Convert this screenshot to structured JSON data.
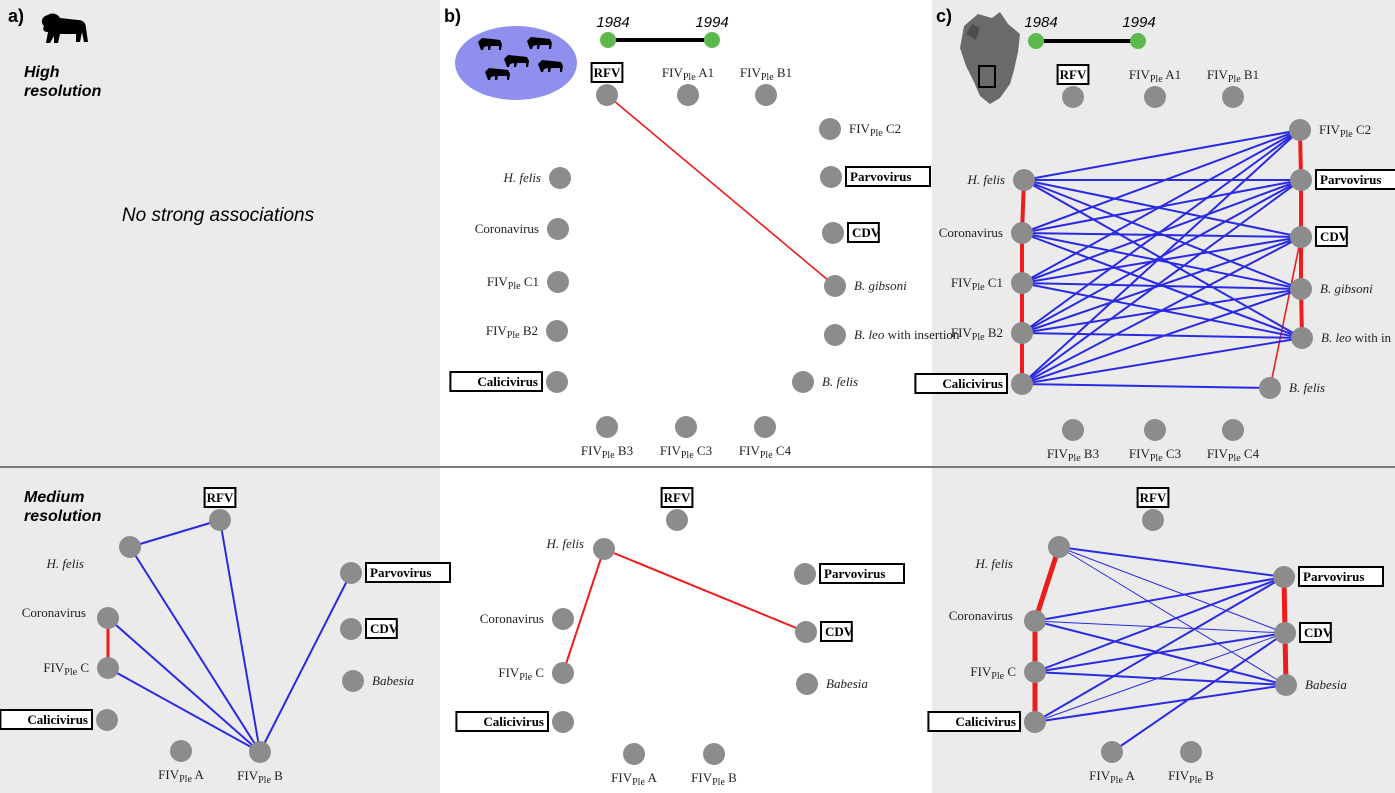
{
  "panels": {
    "a": {
      "letter": "a)"
    },
    "b": {
      "letter": "b)",
      "year_start": "1984",
      "year_end": "1994"
    },
    "c": {
      "letter": "c)",
      "year_start": "1984",
      "year_end": "1994"
    }
  },
  "rows": {
    "high": {
      "label_line1": "High",
      "label_line2": "resolution",
      "a_message": "No strong associations"
    },
    "medium": {
      "label_line1": "Medium",
      "label_line2": "resolution"
    }
  },
  "colors": {
    "node": "#8c8c8c",
    "positive_edge": "#2a2ae6",
    "negative_edge": "#ee1c1c",
    "timeline_dot": "#5db84e",
    "lion_group_bg": "#8f8fee",
    "panel_bg": "#ebebeb"
  },
  "icons": {
    "a": "lion-silhouette-icon",
    "b": "lion-group-icon",
    "c": "study-area-map-icon"
  },
  "networks": {
    "b_high": {
      "nodes": [
        {
          "id": "RFV",
          "name": "RFV",
          "boxed": true
        },
        {
          "id": "A1",
          "name": "FIVPle A1",
          "sub": "A1"
        },
        {
          "id": "B1",
          "name": "FIVPle B1",
          "sub": "B1"
        },
        {
          "id": "C2",
          "name": "FIVPle C2",
          "sub": "C2"
        },
        {
          "id": "Parvo",
          "name": "Parvovirus",
          "boxed": true
        },
        {
          "id": "CDV",
          "name": "CDV",
          "boxed": true
        },
        {
          "id": "Bgib",
          "name": "B. gibsoni",
          "italic": true
        },
        {
          "id": "Bleo",
          "name": "B. leo",
          "italic": true,
          "suffix": " with insertion"
        },
        {
          "id": "Bfel",
          "name": "B. felis",
          "italic": true
        },
        {
          "id": "C4",
          "name": "FIVPle C4",
          "sub": "C4"
        },
        {
          "id": "C3",
          "name": "FIVPle C3",
          "sub": "C3"
        },
        {
          "id": "B3",
          "name": "FIVPle B3",
          "sub": "B3"
        },
        {
          "id": "Cali",
          "name": "Calicivirus",
          "boxed": true
        },
        {
          "id": "B2",
          "name": "FIVPle B2",
          "sub": "B2"
        },
        {
          "id": "C1",
          "name": "FIVPle C1",
          "sub": "C1"
        },
        {
          "id": "Corona",
          "name": "Coronavirus"
        },
        {
          "id": "Hfel",
          "name": "H. felis",
          "italic": true
        }
      ],
      "edges": [
        [
          "RFV",
          "Bgib",
          "neg",
          1.6
        ]
      ]
    },
    "c_high": {
      "nodes": [
        {
          "id": "RFV",
          "name": "RFV",
          "boxed": true
        },
        {
          "id": "A1",
          "name": "FIVPle A1",
          "sub": "A1"
        },
        {
          "id": "B1",
          "name": "FIVPle B1",
          "sub": "B1"
        },
        {
          "id": "C2",
          "name": "FIVPle C2",
          "sub": "C2"
        },
        {
          "id": "Parvo",
          "name": "Parvovirus",
          "boxed": true
        },
        {
          "id": "CDV",
          "name": "CDV",
          "boxed": true
        },
        {
          "id": "Bgib",
          "name": "B. gibsoni",
          "italic": true
        },
        {
          "id": "Bleo",
          "name": "B. leo",
          "italic": true,
          "suffix": " with in"
        },
        {
          "id": "Bfel",
          "name": "B. felis",
          "italic": true
        },
        {
          "id": "C4",
          "name": "FIVPle C4",
          "sub": "C4"
        },
        {
          "id": "C3",
          "name": "FIVPle C3",
          "sub": "C3"
        },
        {
          "id": "B3",
          "name": "FIVPle B3",
          "sub": "B3"
        },
        {
          "id": "Cali",
          "name": "Calicivirus",
          "boxed": true
        },
        {
          "id": "B2",
          "name": "FIVPle B2",
          "sub": "B2"
        },
        {
          "id": "C1",
          "name": "FIVPle C1",
          "sub": "C1"
        },
        {
          "id": "Corona",
          "name": "Coronavirus"
        },
        {
          "id": "Hfel",
          "name": "H. felis",
          "italic": true
        }
      ],
      "edges": [
        [
          "Hfel",
          "Corona",
          "neg",
          4
        ],
        [
          "Corona",
          "C1",
          "neg",
          4
        ],
        [
          "C1",
          "B2",
          "neg",
          4
        ],
        [
          "B2",
          "Cali",
          "neg",
          4
        ],
        [
          "C2",
          "Parvo",
          "neg",
          4
        ],
        [
          "Parvo",
          "CDV",
          "neg",
          4
        ],
        [
          "CDV",
          "Bgib",
          "neg",
          4
        ],
        [
          "Bgib",
          "Bleo",
          "neg",
          4
        ],
        [
          "CDV",
          "Bfel",
          "neg",
          1.6
        ],
        [
          "Hfel",
          "C2",
          "pos",
          2
        ],
        [
          "Hfel",
          "Parvo",
          "pos",
          2
        ],
        [
          "Hfel",
          "CDV",
          "pos",
          2
        ],
        [
          "Hfel",
          "Bgib",
          "pos",
          2
        ],
        [
          "Hfel",
          "Bleo",
          "pos",
          2
        ],
        [
          "Corona",
          "C2",
          "pos",
          2
        ],
        [
          "Corona",
          "Parvo",
          "pos",
          2
        ],
        [
          "Corona",
          "CDV",
          "pos",
          2
        ],
        [
          "Corona",
          "Bgib",
          "pos",
          2
        ],
        [
          "Corona",
          "Bleo",
          "pos",
          2
        ],
        [
          "C1",
          "C2",
          "pos",
          2
        ],
        [
          "C1",
          "Parvo",
          "pos",
          2
        ],
        [
          "C1",
          "CDV",
          "pos",
          2
        ],
        [
          "C1",
          "Bgib",
          "pos",
          2
        ],
        [
          "C1",
          "Bleo",
          "pos",
          2
        ],
        [
          "B2",
          "C2",
          "pos",
          2
        ],
        [
          "B2",
          "Parvo",
          "pos",
          2
        ],
        [
          "B2",
          "CDV",
          "pos",
          2
        ],
        [
          "B2",
          "Bgib",
          "pos",
          2
        ],
        [
          "B2",
          "Bleo",
          "pos",
          2
        ],
        [
          "Cali",
          "C2",
          "pos",
          2
        ],
        [
          "Cali",
          "Parvo",
          "pos",
          2
        ],
        [
          "Cali",
          "CDV",
          "pos",
          2
        ],
        [
          "Cali",
          "Bgib",
          "pos",
          2
        ],
        [
          "Cali",
          "Bleo",
          "pos",
          2
        ],
        [
          "Cali",
          "Bfel",
          "pos",
          2
        ]
      ]
    },
    "a_med": {
      "nodes": [
        {
          "id": "RFV",
          "name": "RFV",
          "boxed": true
        },
        {
          "id": "Hfel",
          "name": "H. felis",
          "italic": true
        },
        {
          "id": "Parvo",
          "name": "Parvovirus",
          "boxed": true
        },
        {
          "id": "Corona",
          "name": "Coronavirus"
        },
        {
          "id": "CDV",
          "name": "CDV",
          "boxed": true
        },
        {
          "id": "FC",
          "name": "FIVPle C",
          "sub": "C"
        },
        {
          "id": "Bab",
          "name": "Babesia",
          "italic": true
        },
        {
          "id": "Cali",
          "name": "Calicivirus",
          "boxed": true
        },
        {
          "id": "FA",
          "name": "FIVPle A",
          "sub": "A"
        },
        {
          "id": "FB",
          "name": "FIVPle B",
          "sub": "B"
        }
      ],
      "edges": [
        [
          "Hfel",
          "RFV",
          "pos",
          2
        ],
        [
          "RFV",
          "FB",
          "pos",
          2
        ],
        [
          "Hfel",
          "FB",
          "pos",
          2
        ],
        [
          "Parvo",
          "FB",
          "pos",
          2
        ],
        [
          "Corona",
          "FB",
          "pos",
          2
        ],
        [
          "FC",
          "FB",
          "pos",
          2
        ],
        [
          "Corona",
          "FC",
          "neg",
          3
        ]
      ]
    },
    "b_med": {
      "nodes": [
        {
          "id": "RFV",
          "name": "RFV",
          "boxed": true
        },
        {
          "id": "Hfel",
          "name": "H. felis",
          "italic": true
        },
        {
          "id": "Parvo",
          "name": "Parvovirus",
          "boxed": true
        },
        {
          "id": "Corona",
          "name": "Coronavirus"
        },
        {
          "id": "CDV",
          "name": "CDV",
          "boxed": true
        },
        {
          "id": "FC",
          "name": "FIVPle C",
          "sub": "C"
        },
        {
          "id": "Bab",
          "name": "Babesia",
          "italic": true
        },
        {
          "id": "Cali",
          "name": "Calicivirus",
          "boxed": true
        },
        {
          "id": "FA",
          "name": "FIVPle A",
          "sub": "A"
        },
        {
          "id": "FB",
          "name": "FIVPle B",
          "sub": "B"
        }
      ],
      "edges": [
        [
          "Hfel",
          "CDV",
          "neg",
          2
        ],
        [
          "Hfel",
          "FC",
          "neg",
          2
        ]
      ]
    },
    "c_med": {
      "nodes": [
        {
          "id": "RFV",
          "name": "RFV",
          "boxed": true
        },
        {
          "id": "Hfel",
          "name": "H. felis",
          "italic": true
        },
        {
          "id": "Parvo",
          "name": "Parvovirus",
          "boxed": true
        },
        {
          "id": "Corona",
          "name": "Coronavirus"
        },
        {
          "id": "CDV",
          "name": "CDV",
          "boxed": true
        },
        {
          "id": "FC",
          "name": "FIVPle C",
          "sub": "C"
        },
        {
          "id": "Bab",
          "name": "Babesia",
          "italic": true
        },
        {
          "id": "Cali",
          "name": "Calicivirus",
          "boxed": true
        },
        {
          "id": "FA",
          "name": "FIVPle A",
          "sub": "A"
        },
        {
          "id": "FB",
          "name": "FIVPle B",
          "sub": "B"
        }
      ],
      "edges": [
        [
          "Hfel",
          "Corona",
          "neg",
          5
        ],
        [
          "Corona",
          "FC",
          "neg",
          5
        ],
        [
          "FC",
          "Cali",
          "neg",
          5
        ],
        [
          "Parvo",
          "CDV",
          "neg",
          5
        ],
        [
          "CDV",
          "Bab",
          "neg",
          5
        ],
        [
          "Hfel",
          "Parvo",
          "pos",
          2
        ],
        [
          "Hfel",
          "CDV",
          "pos",
          1
        ],
        [
          "Hfel",
          "Bab",
          "pos",
          1
        ],
        [
          "Corona",
          "Parvo",
          "pos",
          2
        ],
        [
          "Corona",
          "CDV",
          "pos",
          1
        ],
        [
          "Corona",
          "Bab",
          "pos",
          2
        ],
        [
          "FC",
          "Parvo",
          "pos",
          2
        ],
        [
          "FC",
          "CDV",
          "pos",
          2
        ],
        [
          "FC",
          "Bab",
          "pos",
          2
        ],
        [
          "Cali",
          "Parvo",
          "pos",
          2
        ],
        [
          "Cali",
          "CDV",
          "pos",
          1
        ],
        [
          "Cali",
          "Bab",
          "pos",
          2
        ],
        [
          "FA",
          "CDV",
          "pos",
          2
        ]
      ]
    }
  }
}
